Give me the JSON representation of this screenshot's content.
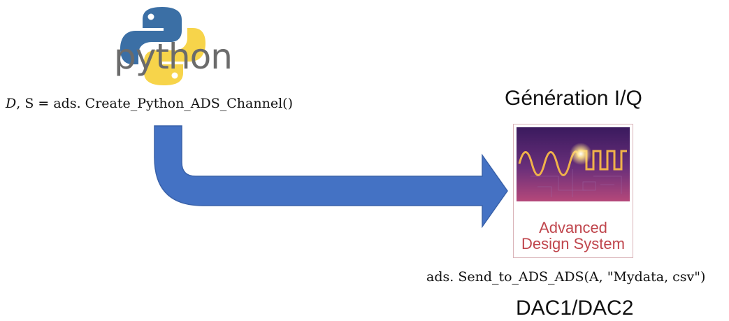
{
  "python_logo": {
    "wordmark": "python",
    "colors": {
      "blue": "#3b6fa5",
      "yellow": "#f7d44a",
      "text": "#6b6b6b"
    }
  },
  "create_call": {
    "lhs_var": "D",
    "lhs_sep": ", S = ",
    "call": "ads. Create_Python_ADS_Channel()"
  },
  "iq_heading": "Génération I/Q",
  "arrow": {
    "color": "#4472c4"
  },
  "ads_logo": {
    "line1": "Advanced",
    "line2": "Design System",
    "colors": {
      "text": "#c0464d",
      "border": "#d9b3b8"
    }
  },
  "send_call": "ads. Send_to_ADS_ADS(A, \"Mydata, csv\")",
  "dac_label": "DAC1/DAC2"
}
